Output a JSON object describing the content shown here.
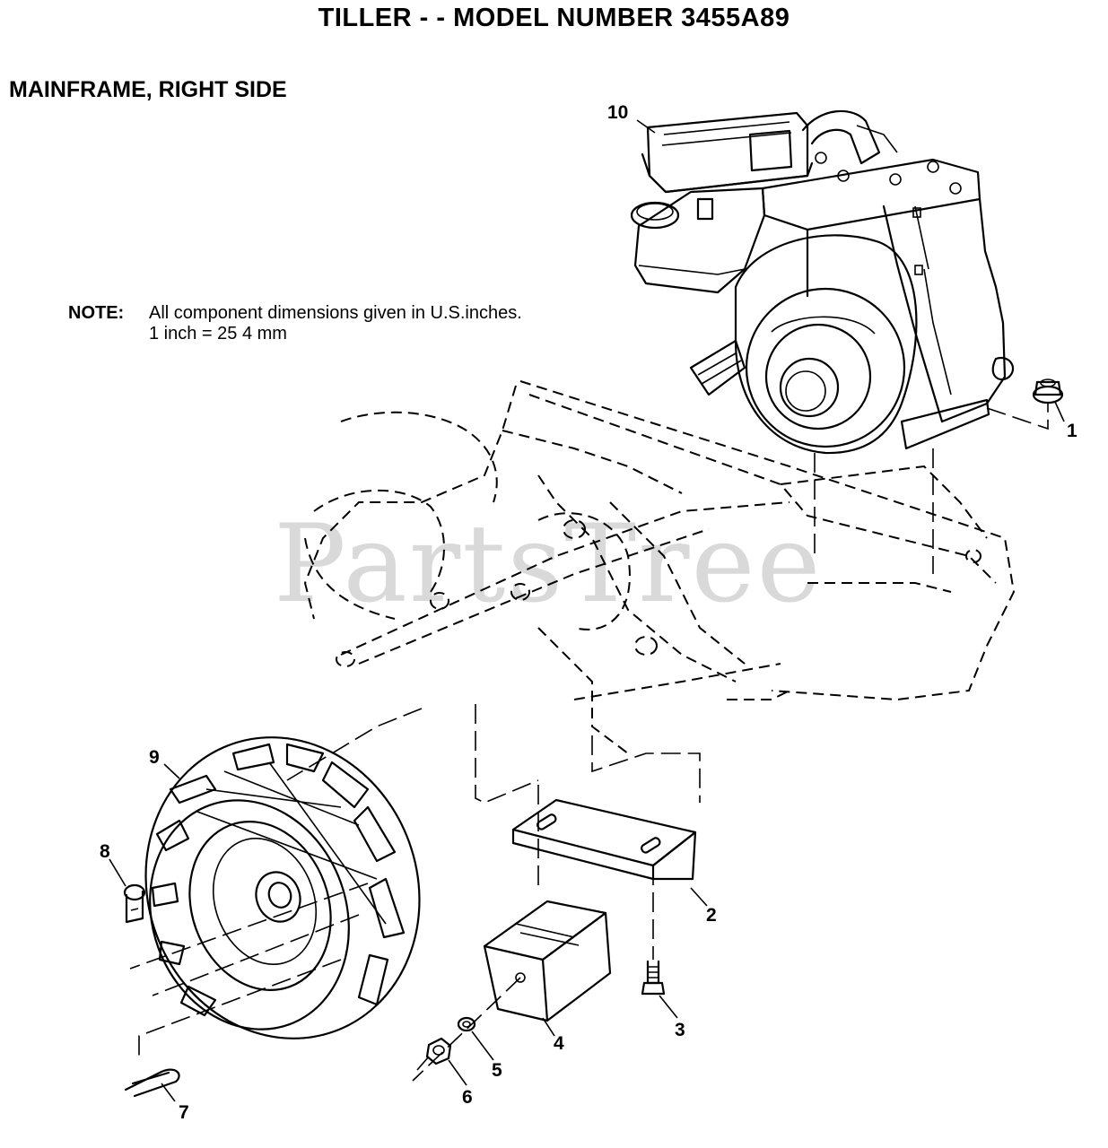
{
  "title": "TILLER - - MODEL NUMBER 3455A89",
  "section": "MAINFRAME, RIGHT SIDE",
  "note": {
    "label": "NOTE:",
    "line1": "All component dimensions given in U.S.inches.",
    "line2": "1 inch = 25 4 mm"
  },
  "watermark": "PartsTree",
  "callouts": [
    "1",
    "2",
    "3",
    "4",
    "5",
    "6",
    "7",
    "8",
    "9",
    "10"
  ]
}
